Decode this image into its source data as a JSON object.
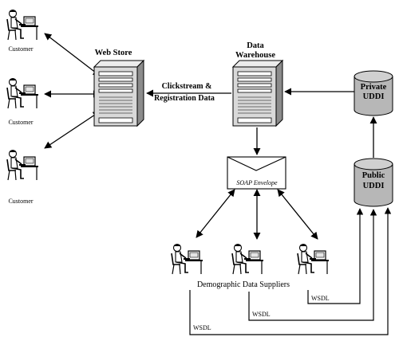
{
  "customers": [
    {
      "label": "Customer"
    },
    {
      "label": "Customer"
    },
    {
      "label": "Customer"
    }
  ],
  "web_store": {
    "title": "Web Store"
  },
  "data_warehouse": {
    "title_line1": "Data",
    "title_line2": "Warehouse"
  },
  "clickstream": {
    "line1": "Clickstream &",
    "line2": "Registration Data"
  },
  "private_uddi": {
    "line1": "Private",
    "line2": "UDDI"
  },
  "public_uddi": {
    "line1": "Public",
    "line2": "UDDI"
  },
  "soap": {
    "label": "SOAP Envelope"
  },
  "suppliers": {
    "label": "Demographic Data Suppliers",
    "count": 3
  },
  "wsdl_labels": [
    "WSDL",
    "WSDL",
    "WSDL"
  ],
  "colors": {
    "ink": "#000000",
    "server_fill": "#d9d9d9",
    "cylinder_fill": "#b7b7b7",
    "background": "#ffffff"
  },
  "icons": [
    "person-at-computer-icon",
    "server-icon",
    "database-cylinder-icon",
    "envelope-icon"
  ]
}
